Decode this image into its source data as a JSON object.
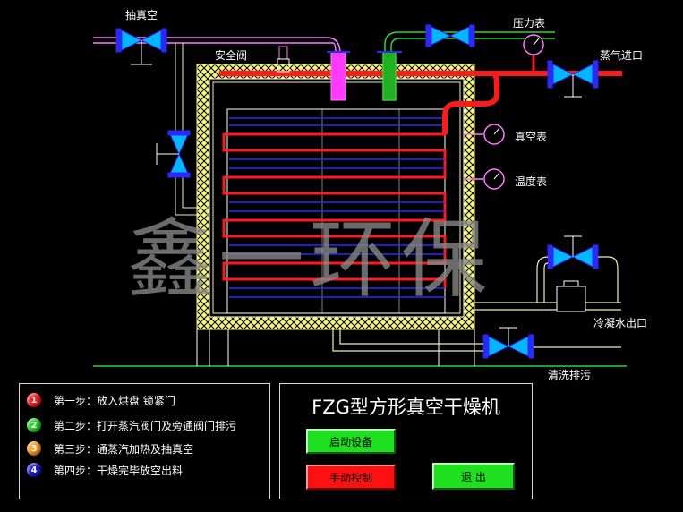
{
  "labels": {
    "vacuum_pump": "抽真空",
    "safety_valve": "安全阀",
    "pressure_gauge": "压力表",
    "steam_inlet": "蒸气进口",
    "vacuum_gauge": "真空表",
    "thermometer": "温度表",
    "condensate_outlet": "冷凝水出口",
    "drain": "清洗排污"
  },
  "watermark": "鑫一环保",
  "steps": [
    {
      "num": "1",
      "text": "第一步：放入烘盘 锁紧门",
      "color": "#ff1a1a"
    },
    {
      "num": "2",
      "text": "第二步：打开蒸汽阀门及旁通阀门排污",
      "color": "#22d622"
    },
    {
      "num": "3",
      "text": "第三步：通蒸汽加热及抽真空",
      "color": "#ff9a1a"
    },
    {
      "num": "4",
      "text": "第四步：干燥完毕放空出料",
      "color": "#1a1ad6"
    }
  ],
  "control": {
    "title": "FZG型方形真空干燥机",
    "start_label": "启动设备",
    "manual_label": "手动控制",
    "exit_label": "退 出"
  },
  "colors": {
    "steam": "#ff1a1a",
    "insulation": "#f4f47a",
    "cold_pipe": "#f0f0b0",
    "vacuum_pipe": "#ff7aff",
    "coil_blue": "#2a2aff",
    "valve": "#00b8ff"
  }
}
